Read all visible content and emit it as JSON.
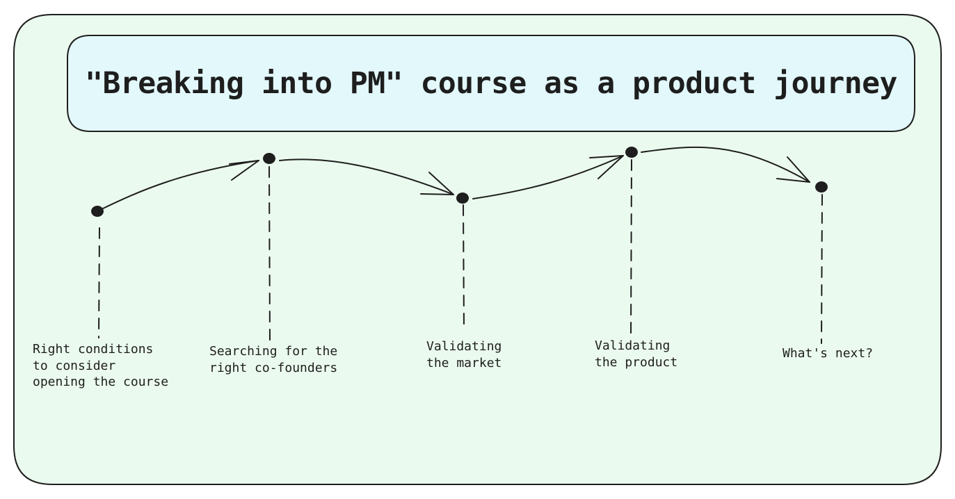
{
  "title": "\"Breaking into PM\" course as a product journey",
  "colors": {
    "outer_background": "#ebfaee",
    "title_background": "#e3f8fb",
    "stroke": "#1e1e1e"
  },
  "stages": [
    {
      "label": "Right conditions\nto consider\nopening the course"
    },
    {
      "label": "Searching for the\nright co-founders"
    },
    {
      "label": "Validating\nthe market"
    },
    {
      "label": "Validating\nthe product"
    },
    {
      "label": "What's next?"
    }
  ]
}
